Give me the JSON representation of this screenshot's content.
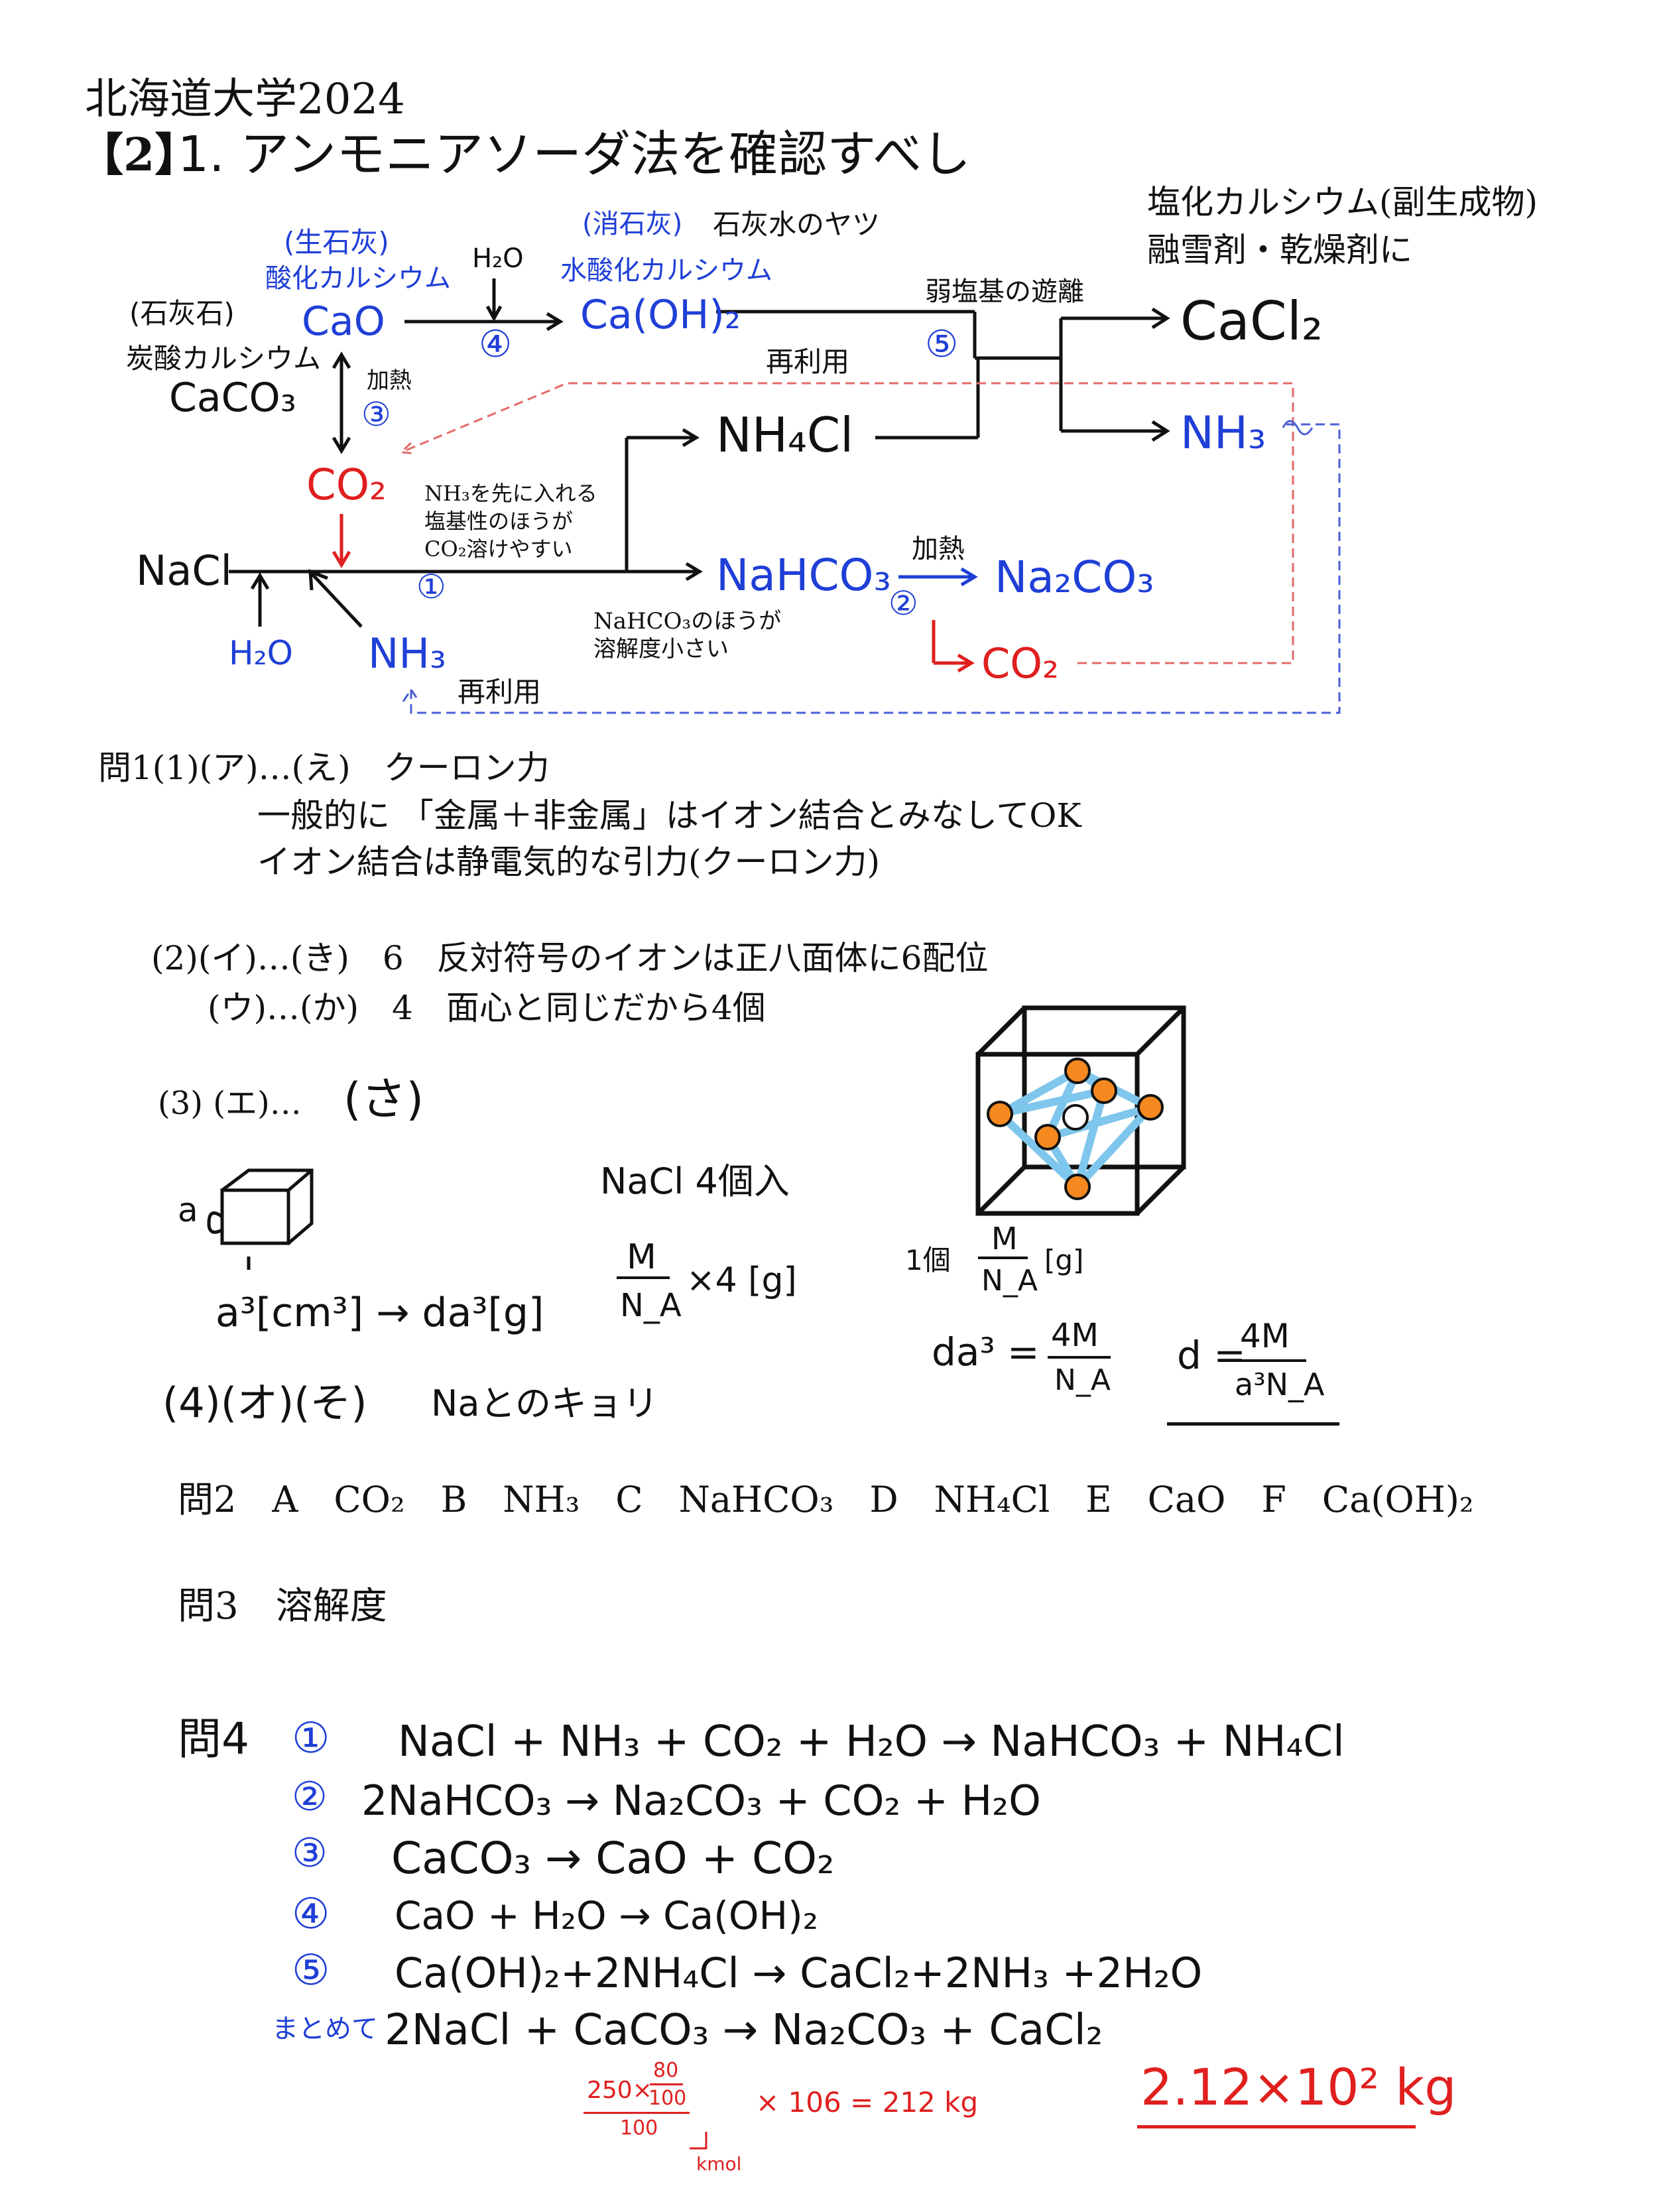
{
  "header": {
    "title": "北海道大学2024",
    "problem_no": "【2】",
    "subtitle": "1. アンモニアソーダ法を確認すべし"
  },
  "diagram": {
    "limestone_name": "(石灰石)",
    "limestone_chem": "炭酸カルシウム",
    "caco3": "CaCO₃",
    "quicklime_name": "(生石灰)",
    "quicklime_chem": "酸化カルシウム",
    "cao": "CaO",
    "h2o_top": "H₂O",
    "step4": "④",
    "slaked_name": "(消石灰)",
    "slaked_note": "石灰水のヤツ",
    "slaked_chem": "水酸化カルシウム",
    "caoh2": "Ca(OH)₂",
    "weak_base_release": "弱塩基の遊離",
    "step5": "⑤",
    "cacl2": "CaCl₂",
    "cacl2_note1": "塩化カルシウム(副生成物)",
    "cacl2_note2": "融雪剤・乾燥剤に",
    "heat1": "加熱",
    "step3": "③",
    "reuse_top": "再利用",
    "nh4cl": "NH₄Cl",
    "nh3_out": "NH₃",
    "co2_left": "CO₂",
    "note_nh3_1": "NH₃を先に入れる",
    "note_nh3_2": "塩基性のほうが",
    "note_nh3_3": "CO₂溶けやすい",
    "nacl": "NaCl",
    "step1": "①",
    "nahco3": "NaHCO₃",
    "heat2": "加熱",
    "step2": "②",
    "na2co3": "Na₂CO₃",
    "h2o_bottom": "H₂O",
    "nh3_in": "NH₃",
    "note_sol_1": "NaHCO₃のほうが",
    "note_sol_2": "溶解度小さい",
    "co2_right": "CO₂",
    "reuse_bottom": "再利用"
  },
  "q1": {
    "line1": "問1(1)(ア)…(え)　クーロン力",
    "line2": "一般的に 「金属＋非金属」はイオン結合とみなしてOK",
    "line3": "イオン結合は静電気的な引力(クーロン力)",
    "line4": "(2)(イ)…(き)　6　反対符号のイオンは正八面体に6配位",
    "line5": "(ウ)…(か)　4　面心と同じだから4個",
    "line6_label": "(3) (エ)…",
    "line6_ans": "(さ)",
    "cube_label": "a",
    "vol": "a³[cm³] → da³[g]",
    "nacl4": "NaCl 4個入",
    "frac1_num": "M",
    "frac1_den": "N_A",
    "frac1_rest": "×4 [g]",
    "one_label": "1個",
    "frac2_num": "M",
    "frac2_den": "N_A",
    "frac2_unit": "[g]",
    "da3": "da³ =",
    "frac3_num": "4M",
    "frac3_den": "N_A",
    "d_eq": "d =",
    "frac4_num": "4M",
    "frac4_den": "a³N_A",
    "q4_label": "(4)(オ)(そ)",
    "q4_ans": "Naとのキョリ"
  },
  "q2": {
    "text": "問2　A　CO₂　B　NH₃　C　NaHCO₃　D　NH₄Cl　E　CaO　F　Ca(OH)₂"
  },
  "q3": {
    "text": "問3　溶解度"
  },
  "q4": {
    "label": "問4",
    "rows": [
      {
        "num": "①",
        "eq": "NaCl + NH₃ + CO₂ + H₂O → NaHCO₃ + NH₄Cl"
      },
      {
        "num": "②",
        "eq": "2NaHCO₃ → Na₂CO₃ + CO₂ + H₂O"
      },
      {
        "num": "③",
        "eq": "CaCO₃ → CaO + CO₂"
      },
      {
        "num": "④",
        "eq": "CaO + H₂O → Ca(OH)₂"
      },
      {
        "num": "⑤",
        "eq": "Ca(OH)₂+2NH₄Cl → CaCl₂+2NH₃ +2H₂O"
      }
    ],
    "summary_label": "まとめて",
    "summary_eq": "2NaCl + CaCO₃ → Na₂CO₃ + CaCl₂",
    "calc_num_a": "250×",
    "calc_num_b": "80",
    "calc_num_c": "100",
    "calc_den": "100",
    "calc_unit": "kmol",
    "calc_rest": "× 106 = 212 kg",
    "answer": "2.12×10² kg"
  },
  "colors": {
    "blue": "#1f3fd6",
    "red": "#e01f1f",
    "orange": "#f5891f",
    "lightblue": "#7fc6ec"
  }
}
